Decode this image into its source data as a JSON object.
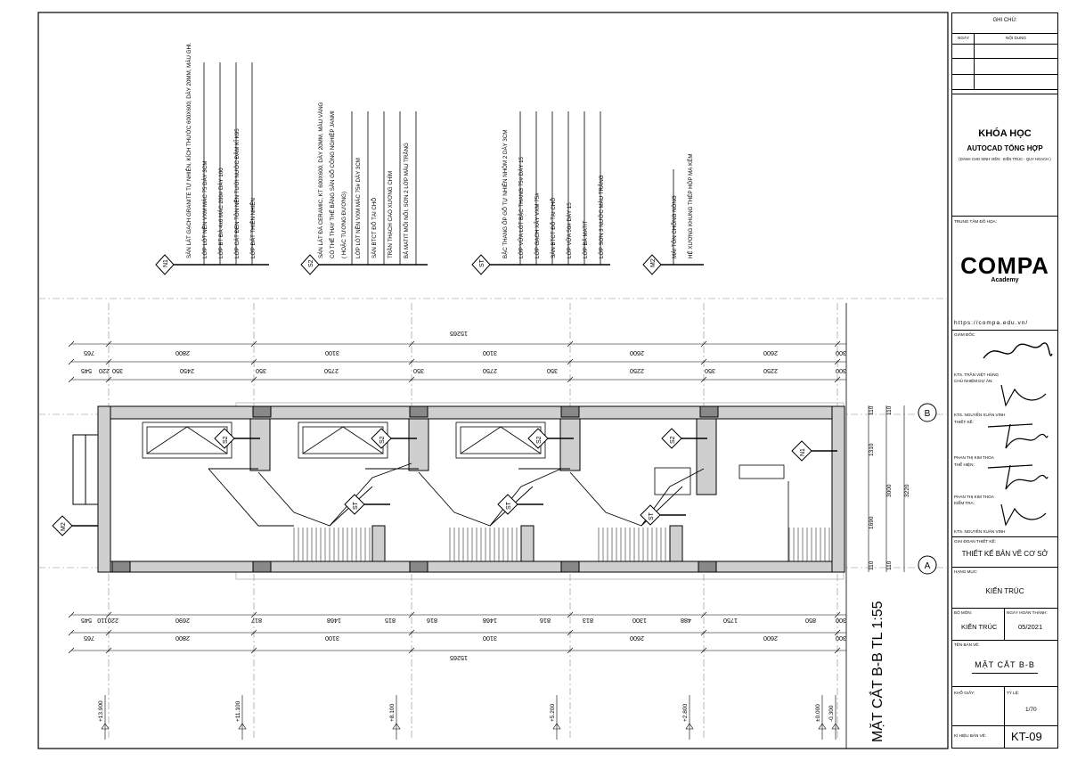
{
  "legends": {
    "n1": {
      "tag": "N1",
      "lines": [
        "SÀN LÁT GẠCH GRANITE TỰ NHIÊN, KÍCH THƯỚC 600X600, DÀY 20MM, MÀU GHI.",
        "LỚP LÓT NỀN VXM MÁC 75 DÀY 3CM",
        "LỚP BT ĐÁ 4x6 MÁC 200# DÀY 100",
        "LỚP CÁT ĐEN TÔN NỀN TƯỚI NƯỚC ĐẦM KĨ K95",
        "LỚP ĐẤT THIÊN NHIÊN"
      ]
    },
    "s2": {
      "tag": "S2",
      "lines": [
        "SÀN LÁT ĐÁ CERAMIC, KT 600X600, DÀY 20MM, MÀU VÀNG",
        "CÓ THỂ THAY THẾ BẰNG SÀN GỖ CÔNG NGHIỆP JANMI",
        "( HOẶC TƯƠNG ĐƯƠNG)",
        "LỚP LÓT NỀN VXM MÁC 75# DÀY 3CM",
        "SÀN BTCT ĐỔ TẠI CHỖ",
        "TRẦN THẠCH CAO XƯƠNG CHÌM",
        "BẢ MATIT MỐI NỐI, SƠN 2 LỚP MÀU TRẮNG"
      ]
    },
    "st": {
      "tag": "ST",
      "lines": [
        "BẬC THANG ỐP GỖ TỰ NHIÊN NHÔM 2 DÀY 3CM",
        "LỚP VỮA LÓT BẬC THANG 75# DÀY 15",
        "LỚP GẠCH XÂY VXM 75#",
        "SÀN BTCT ĐỔ TẠI CHỖ",
        "LỚP VỮA 50# DÀY 15",
        "LỚP BẢ MATIT",
        "LỚP SƠN 3 NƯỚC MÀU TRẮNG"
      ]
    },
    "m2": {
      "tag": "M2",
      "lines": [
        "MÁI TÔN CHỐNG NÓNG",
        "HỆ XƯƠNG KHUNG THÉP HỘP MẠ KẼM"
      ]
    }
  },
  "dims": {
    "total": "15265",
    "top_row1": [
      "765",
      "2800",
      "3100",
      "3100",
      "2600",
      "2600",
      "300"
    ],
    "top_row2": [
      "545",
      "220",
      "350",
      "2450",
      "350",
      "2750",
      "350",
      "2750",
      "350",
      "2250",
      "350",
      "2250",
      "300"
    ],
    "bot_row1": [
      "545",
      "110",
      "220",
      "2690",
      "817",
      "1468",
      "815",
      "816",
      "1468",
      "816",
      "813",
      "1300",
      "488",
      "1750",
      "850",
      "300"
    ],
    "bot_row2": [
      "765",
      "2800",
      "3100",
      "3100",
      "2600",
      "2600",
      "300"
    ],
    "right": [
      "110",
      "1310",
      "1690",
      "110",
      "110",
      "110",
      "3000",
      "3220"
    ],
    "levels": [
      "+13.900",
      "+11.100",
      "+8.100",
      "+5.200",
      "+2.800",
      "±0.000",
      "-0.300"
    ],
    "axes": [
      "B",
      "A"
    ]
  },
  "section_tags": [
    "S2",
    "S2",
    "S2",
    "S2",
    "ST",
    "ST",
    "ST",
    "N1",
    "M2"
  ],
  "drawing_title": "MẶT CẮT B-B TL 1:55",
  "titleblock": {
    "notes_title": "GHI CHÚ:",
    "col_date": "NGÀY",
    "col_content": "NỘI DUNG",
    "course_line1": "KHÓA HỌC",
    "course_line2": "AUTOCAD TỔNG HỢP",
    "course_line3": "(DÀNH CHO SINH VIÊN : KIẾN TRÚC - QUY HOẠCH )",
    "center_label": "TRUNG TÂM ĐỒ HỌA:",
    "logo_text": "COMPA",
    "logo_sub": "Academy",
    "url": "https://compa.edu.vn/",
    "director_label": "GIÁM ĐỐC",
    "director_name": "KTS. TRẦN VIỆT HÙNG",
    "pm_label": "CHỦ NHIỆM DỰ ÁN:",
    "pm_name": "KTS. NGUYỄN XUÂN VINH",
    "design_label": "THIẾT KẾ:",
    "design_name": "PHAN THỊ KIM THOA",
    "draw_label": "THỂ HIỆN:",
    "draw_name": "PHAN THỊ KIM THOA",
    "check_label": "KIỂM TRA:",
    "check_name": "KTS. NGUYỄN XUÂN VINH",
    "phase_label": "GIAI ĐOẠN THIẾT KẾ:",
    "phase_value": "THIẾT KẾ BẢN VẼ CƠ SỞ",
    "item_label": "HẠNG MỤC:",
    "item_value": "KIẾN TRÚC",
    "dept_label": "BỘ MÔN:",
    "dept_value": "KIẾN TRÚC",
    "done_label": "NGÀY HOÀN THÀNH:",
    "done_value": "05/2021",
    "name_label": "TÊN BẢN VẼ:",
    "name_value": "MẶT CẮT B-B",
    "size_label": "KHỔ GIẤY:",
    "scale_label": "TỶ LỆ:",
    "scale_value": "1/70",
    "code_label": "KÍ HIỆU BẢN VẼ:",
    "code_value": "KT-09"
  }
}
